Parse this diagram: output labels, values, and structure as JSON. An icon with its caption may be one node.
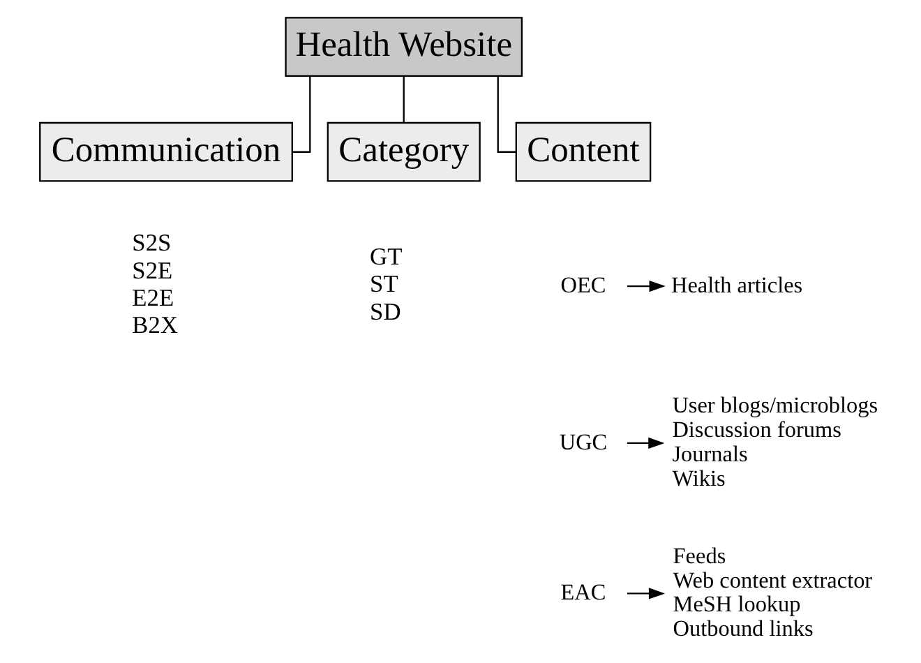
{
  "diagram": {
    "nodes": [
      {
        "text": [
          "Health Website"
        ]
      },
      {
        "text": [
          "Communication"
        ],
        "beside": [
          "S2S",
          "S2E",
          "E2E",
          "B2X"
        ]
      },
      {
        "text": [
          "Category"
        ],
        "beside": [
          "GT",
          "ST",
          "SD"
        ]
      },
      {
        "text": [
          "Content"
        ]
      },
      {
        "text": [
          "OEC"
        ]
      },
      {
        "text": [
          "Health articles"
        ]
      },
      {
        "text": [
          "UGC"
        ]
      },
      {
        "text": [
          "User blogs/microblogs",
          "Discussion forums",
          "Journals",
          "Wikis"
        ]
      },
      {
        "text": [
          "EAC"
        ]
      },
      {
        "text": [
          "Feeds",
          "Web content extractor",
          "MeSH lookup",
          "Outbound links"
        ]
      }
    ],
    "edges": [
      {
        "from": 0,
        "to": 1,
        "arrow": "none"
      },
      {
        "from": 0,
        "to": 2,
        "arrow": "none"
      },
      {
        "from": 0,
        "to": 3,
        "arrow": "none"
      },
      {
        "from": 4,
        "to": 5,
        "arrow": "to"
      },
      {
        "from": 6,
        "to": 7,
        "arrow": "to"
      },
      {
        "from": 8,
        "to": 9,
        "arrow": "to"
      }
    ]
  }
}
